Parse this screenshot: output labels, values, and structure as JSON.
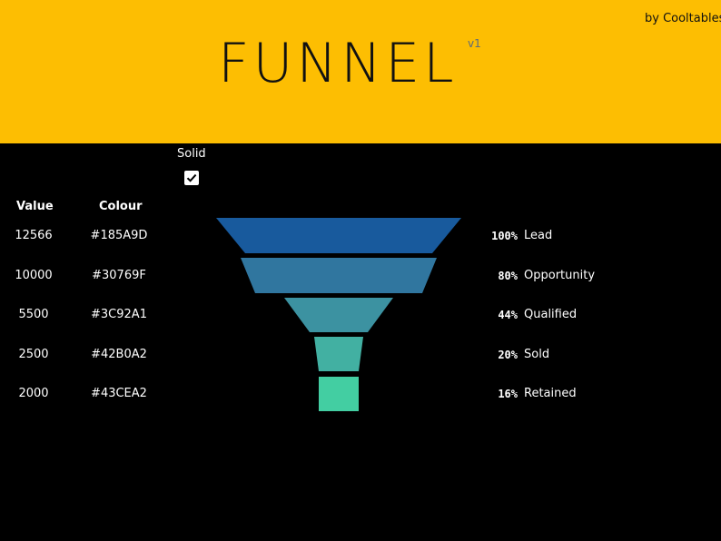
{
  "header": {
    "title": "FUNNEL",
    "version": "v1",
    "byline": "by Cooltables",
    "background": "#FDBE02"
  },
  "controls": {
    "solid_label": "Solid",
    "solid_checked": true
  },
  "table": {
    "value_header": "Value",
    "colour_header": "Colour"
  },
  "rows": [
    {
      "value": "12566",
      "colour": "#185A9D",
      "percent": "100%",
      "stage": "Lead",
      "pct_num": 100
    },
    {
      "value": "10000",
      "colour": "#30769F",
      "percent": "80%",
      "stage": "Opportunity",
      "pct_num": 80
    },
    {
      "value": "5500",
      "colour": "#3C92A1",
      "percent": "44%",
      "stage": "Qualified",
      "pct_num": 44
    },
    {
      "value": "2500",
      "colour": "#42B0A2",
      "percent": "20%",
      "stage": "Sold",
      "pct_num": 20
    },
    {
      "value": "2000",
      "colour": "#43CEA2",
      "percent": "16%",
      "stage": "Retained",
      "pct_num": 16
    }
  ]
}
